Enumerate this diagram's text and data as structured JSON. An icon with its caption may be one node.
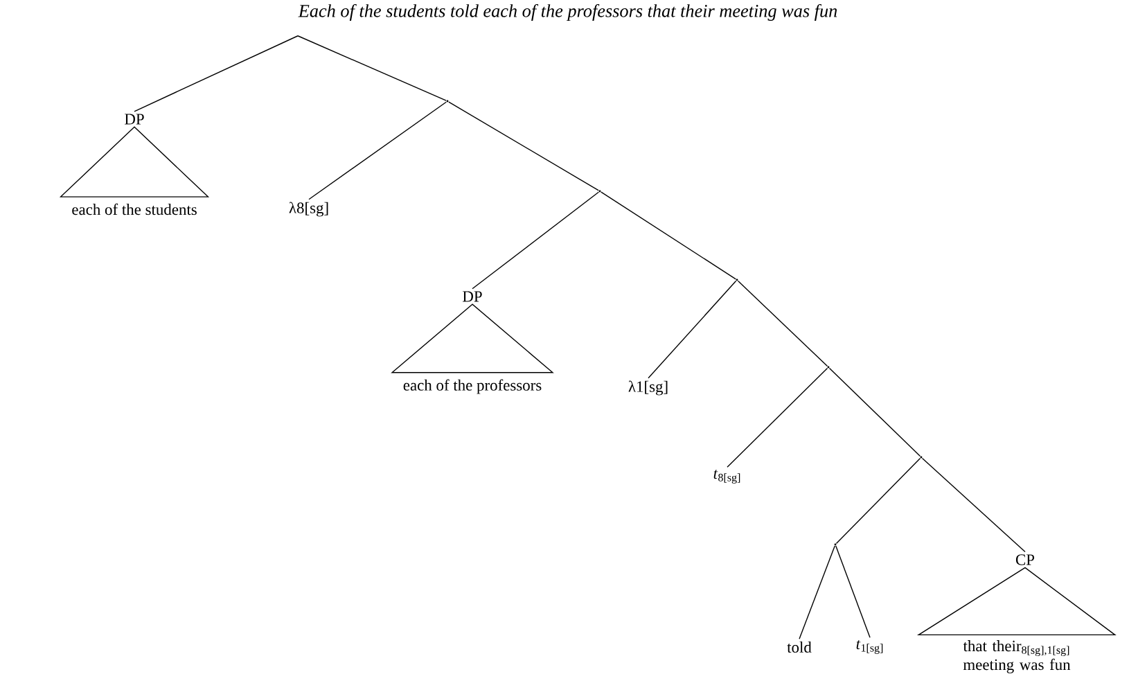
{
  "diagram": {
    "nodes": [
      {
        "text": [
          "Each of the students told each of the professors that their meeting was fun"
        ]
      },
      {
        "text": [
          "DP"
        ]
      },
      {
        "text": [
          "each of the students"
        ]
      },
      {
        "text": [],
        "shape": "point"
      },
      {
        "text": [
          "λ8[sg]"
        ]
      },
      {
        "text": [],
        "shape": "point"
      },
      {
        "text": [
          "DP"
        ]
      },
      {
        "text": [
          "each of the professors"
        ]
      },
      {
        "text": [],
        "shape": "point"
      },
      {
        "text": [
          "λ1[sg]"
        ]
      },
      {
        "text": [],
        "shape": "point"
      },
      {
        "text": [
          "*t*$_{8[sg]}$"
        ]
      },
      {
        "text": [],
        "shape": "point"
      },
      {
        "text": [],
        "shape": "point"
      },
      {
        "text": [
          "told"
        ]
      },
      {
        "text": [
          "*t*$_{1[sg]}$"
        ]
      },
      {
        "text": [
          "CP"
        ]
      },
      {
        "text": [
          "that their$_{8[sg],1[sg]}$ meeting was fun"
        ]
      }
    ],
    "edges": [
      {
        "from": 0,
        "to": 1,
        "arrow": "none"
      },
      {
        "from": 0,
        "to": 3,
        "arrow": "none"
      },
      {
        "from": 1,
        "to": 2,
        "arrow": "none"
      },
      {
        "from": 3,
        "to": 4,
        "arrow": "none"
      },
      {
        "from": 3,
        "to": 5,
        "arrow": "none"
      },
      {
        "from": 5,
        "to": 6,
        "arrow": "none"
      },
      {
        "from": 5,
        "to": 8,
        "arrow": "none"
      },
      {
        "from": 6,
        "to": 7,
        "arrow": "none"
      },
      {
        "from": 8,
        "to": 9,
        "arrow": "none"
      },
      {
        "from": 8,
        "to": 10,
        "arrow": "none"
      },
      {
        "from": 10,
        "to": 11,
        "arrow": "none"
      },
      {
        "from": 10,
        "to": 12,
        "arrow": "none"
      },
      {
        "from": 12,
        "to": 13,
        "arrow": "none"
      },
      {
        "from": 12,
        "to": 16,
        "arrow": "none"
      },
      {
        "from": 13,
        "to": 14,
        "arrow": "none"
      },
      {
        "from": 13,
        "to": 15,
        "arrow": "none"
      },
      {
        "from": 16,
        "to": 17,
        "arrow": "none"
      }
    ]
  }
}
